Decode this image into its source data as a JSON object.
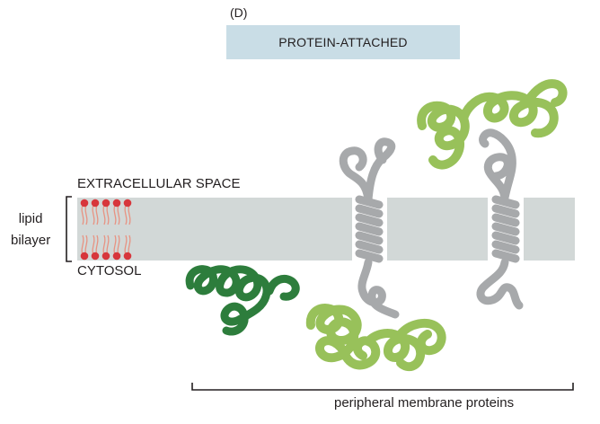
{
  "panel_label": "(D)",
  "banner": {
    "text": "PROTEIN-ATTACHED"
  },
  "labels": {
    "extracellular": "EXTRACELLULAR SPACE",
    "cytosol": "CYTOSOL",
    "lipid_line1": "lipid",
    "lipid_line2": "bilayer",
    "peripheral": "peripheral membrane proteins"
  },
  "colors": {
    "banner_fill": "#c9dde6",
    "membrane": "#d2d8d7",
    "lipid_head": "#d7363c",
    "lipid_tail": "#e79383",
    "transmembrane_protein": "#a7a9ab",
    "peripheral_light_green": "#98c15a",
    "peripheral_dark_green": "#2d7d3c",
    "bracket": "#231f20"
  },
  "icons": [
    "lipid-molecule-icon",
    "alpha-helix-icon",
    "globular-protein-icon",
    "bracket-icon"
  ]
}
